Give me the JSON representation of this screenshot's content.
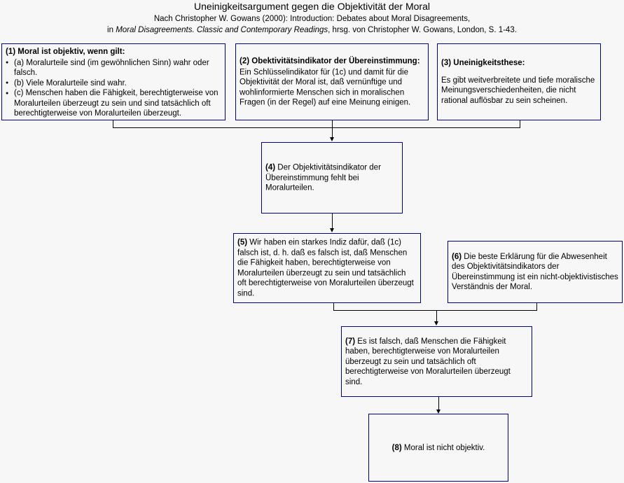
{
  "header": {
    "title": "Uneinigkeitsargument gegen die Objektivität der Moral",
    "subtitle_line1": "Nach Christopher W. Gowans (2000): Introduction: Debates about Moral Disagreements,",
    "subtitle_line2_pre": "in ",
    "subtitle_line2_italic": "Moral Disagreements. Classic and Contemporary Readings",
    "subtitle_line2_post": ", hrsg. von Christopher W. Gowans, London, S. 1-43."
  },
  "nodes": {
    "n1": {
      "label": "(1)",
      "heading": "Moral ist objektiv, wenn gilt:",
      "bullets": [
        "(a) Moralurteile sind (im gewöhnlichen Sinn) wahr oder falsch.",
        "(b) Viele Moralurteile sind wahr.",
        "(c) Menschen haben die Fähigkeit, berechtigterweise von Moralurteilen überzeugt zu sein und sind tatsächlich oft berechtigterweise von Moralurteilen überzeugt."
      ]
    },
    "n2": {
      "label": "(2)",
      "heading": "Obektivitätsindikator der Übereinstimmung:",
      "body": "Ein Schlüsselindikator für (1c) und damit für die Objektivität der Moral ist, daß vernünftige und wohlinformierte Menschen sich in moralischen Fragen (in der Regel) auf eine Meinung einigen."
    },
    "n3": {
      "label": "(3)",
      "heading": "Uneinigkeitsthese:",
      "body": "Es gibt weitverbreitete und tiefe moralische Meinungsverschiedenheiten, die nicht rational auflösbar zu sein scheinen."
    },
    "n4": {
      "label": "(4)",
      "body": "Der Objektivitätsindikator der Übereinstimmung fehlt bei Moralurteilen."
    },
    "n5": {
      "label": "(5)",
      "body": "Wir haben ein starkes Indiz dafür, daß (1c) falsch ist, d. h. daß es falsch ist, daß Menschen die Fähigkeit haben, berechtigterweise von Moralurteilen überzeugt zu sein und tatsächlich oft berechtigterweise von Moralurteilen überzeugt sind."
    },
    "n6": {
      "label": "(6)",
      "body": "Die beste Erklärung für die Abwesenheit des Objektivitätsindikators der Übereinstimmung ist ein nicht-objektivistisches Verständnis der Moral."
    },
    "n7": {
      "label": "(7)",
      "body": "Es ist falsch, daß Menschen die Fähigkeit haben, berechtigterweise von Moralurteilen überzeugt zu sein und tatsächlich oft berechtigterweise von Moralurteilen überzeugt sind."
    },
    "n8": {
      "label": "(8)",
      "body": "Moral ist nicht objektiv."
    }
  },
  "colors": {
    "box_border": "#000080",
    "connector": "#000000",
    "background": "#f7f7f7",
    "text": "#000000"
  }
}
